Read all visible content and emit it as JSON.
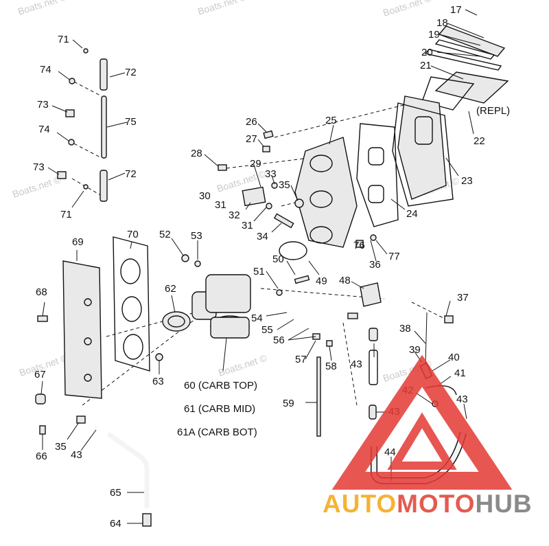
{
  "watermark_text": "Boats.net ©",
  "callouts": [
    {
      "id": "17",
      "text": "17"
    },
    {
      "id": "18",
      "text": "18"
    },
    {
      "id": "19",
      "text": "19"
    },
    {
      "id": "20",
      "text": "20"
    },
    {
      "id": "21",
      "text": "21"
    },
    {
      "id": "repl",
      "text": "(REPL)"
    },
    {
      "id": "22",
      "text": "22"
    },
    {
      "id": "23",
      "text": "23"
    },
    {
      "id": "24",
      "text": "24"
    },
    {
      "id": "25",
      "text": "25"
    },
    {
      "id": "26",
      "text": "26"
    },
    {
      "id": "27",
      "text": "27"
    },
    {
      "id": "28",
      "text": "28"
    },
    {
      "id": "29",
      "text": "29"
    },
    {
      "id": "30",
      "text": "30"
    },
    {
      "id": "31a",
      "text": "31"
    },
    {
      "id": "31b",
      "text": "31"
    },
    {
      "id": "32",
      "text": "32"
    },
    {
      "id": "33",
      "text": "33"
    },
    {
      "id": "34",
      "text": "34"
    },
    {
      "id": "35a",
      "text": "35"
    },
    {
      "id": "35b",
      "text": "35"
    },
    {
      "id": "36",
      "text": "36"
    },
    {
      "id": "37",
      "text": "37"
    },
    {
      "id": "38",
      "text": "38"
    },
    {
      "id": "39",
      "text": "39"
    },
    {
      "id": "40",
      "text": "40"
    },
    {
      "id": "41",
      "text": "41"
    },
    {
      "id": "42",
      "text": "42"
    },
    {
      "id": "43a",
      "text": "43"
    },
    {
      "id": "43b",
      "text": "43"
    },
    {
      "id": "43c",
      "text": "43"
    },
    {
      "id": "43d",
      "text": "43"
    },
    {
      "id": "44",
      "text": "44"
    },
    {
      "id": "48",
      "text": "48"
    },
    {
      "id": "49",
      "text": "49"
    },
    {
      "id": "50",
      "text": "50"
    },
    {
      "id": "51",
      "text": "51"
    },
    {
      "id": "52",
      "text": "52"
    },
    {
      "id": "53",
      "text": "53"
    },
    {
      "id": "54",
      "text": "54"
    },
    {
      "id": "55",
      "text": "55"
    },
    {
      "id": "56",
      "text": "56"
    },
    {
      "id": "57",
      "text": "57"
    },
    {
      "id": "58",
      "text": "58"
    },
    {
      "id": "59",
      "text": "59"
    },
    {
      "id": "62",
      "text": "62"
    },
    {
      "id": "63",
      "text": "63"
    },
    {
      "id": "64",
      "text": "64"
    },
    {
      "id": "65",
      "text": "65"
    },
    {
      "id": "66",
      "text": "66"
    },
    {
      "id": "67",
      "text": "67"
    },
    {
      "id": "68",
      "text": "68"
    },
    {
      "id": "69",
      "text": "69"
    },
    {
      "id": "70",
      "text": "70"
    },
    {
      "id": "71a",
      "text": "71"
    },
    {
      "id": "71b",
      "text": "71"
    },
    {
      "id": "72a",
      "text": "72"
    },
    {
      "id": "72b",
      "text": "72"
    },
    {
      "id": "73a",
      "text": "73"
    },
    {
      "id": "73b",
      "text": "73"
    },
    {
      "id": "74a",
      "text": "74"
    },
    {
      "id": "74b",
      "text": "74"
    },
    {
      "id": "75",
      "text": "75"
    },
    {
      "id": "76",
      "text": "76"
    },
    {
      "id": "77",
      "text": "77"
    }
  ],
  "carb_labels": {
    "top": "60 (CARB TOP)",
    "mid": "61 (CARB MID)",
    "bot": "61A (CARB BOT)"
  },
  "logo": {
    "part1": "AUTO",
    "part2": "MOTO",
    "part3": "HUB",
    "color_auto": "#f5b335",
    "color_moto": "#e45b50",
    "color_hub": "#8a8a8a",
    "triangle_color": "#e53935"
  }
}
